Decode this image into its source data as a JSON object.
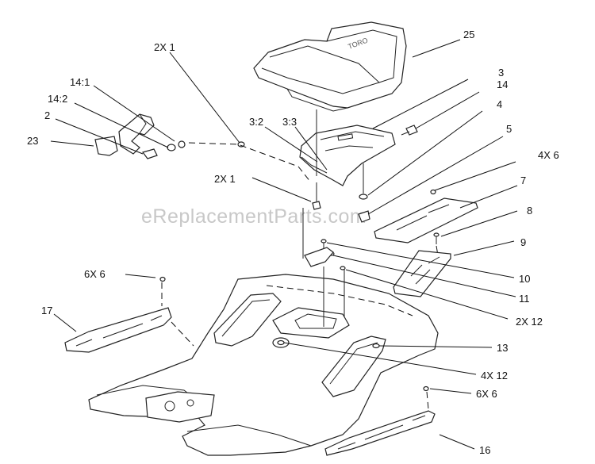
{
  "watermark": "eReplacementParts.com",
  "callouts": [
    {
      "id": "c25",
      "text": "25"
    },
    {
      "id": "c3",
      "text": "3"
    },
    {
      "id": "c14",
      "text": "14"
    },
    {
      "id": "c4",
      "text": "4"
    },
    {
      "id": "c5",
      "text": "5"
    },
    {
      "id": "c4x6",
      "text": "4X 6"
    },
    {
      "id": "c7",
      "text": "7"
    },
    {
      "id": "c8",
      "text": "8"
    },
    {
      "id": "c9",
      "text": "9"
    },
    {
      "id": "c10",
      "text": "10"
    },
    {
      "id": "c11",
      "text": "11"
    },
    {
      "id": "c2x12",
      "text": "2X 12"
    },
    {
      "id": "c13",
      "text": "13"
    },
    {
      "id": "c4x12",
      "text": "4X 12"
    },
    {
      "id": "c6x6r",
      "text": "6X 6"
    },
    {
      "id": "c16",
      "text": "16"
    },
    {
      "id": "c2x1a",
      "text": "2X 1"
    },
    {
      "id": "c3_2",
      "text": "3:2"
    },
    {
      "id": "c3_3",
      "text": "3:3"
    },
    {
      "id": "c2x1b",
      "text": "2X 1"
    },
    {
      "id": "c14_1",
      "text": "14:1"
    },
    {
      "id": "c14_2",
      "text": "14:2"
    },
    {
      "id": "c2",
      "text": "2"
    },
    {
      "id": "c23",
      "text": "23"
    },
    {
      "id": "c6x6l",
      "text": "6X 6"
    },
    {
      "id": "c17",
      "text": "17"
    }
  ]
}
